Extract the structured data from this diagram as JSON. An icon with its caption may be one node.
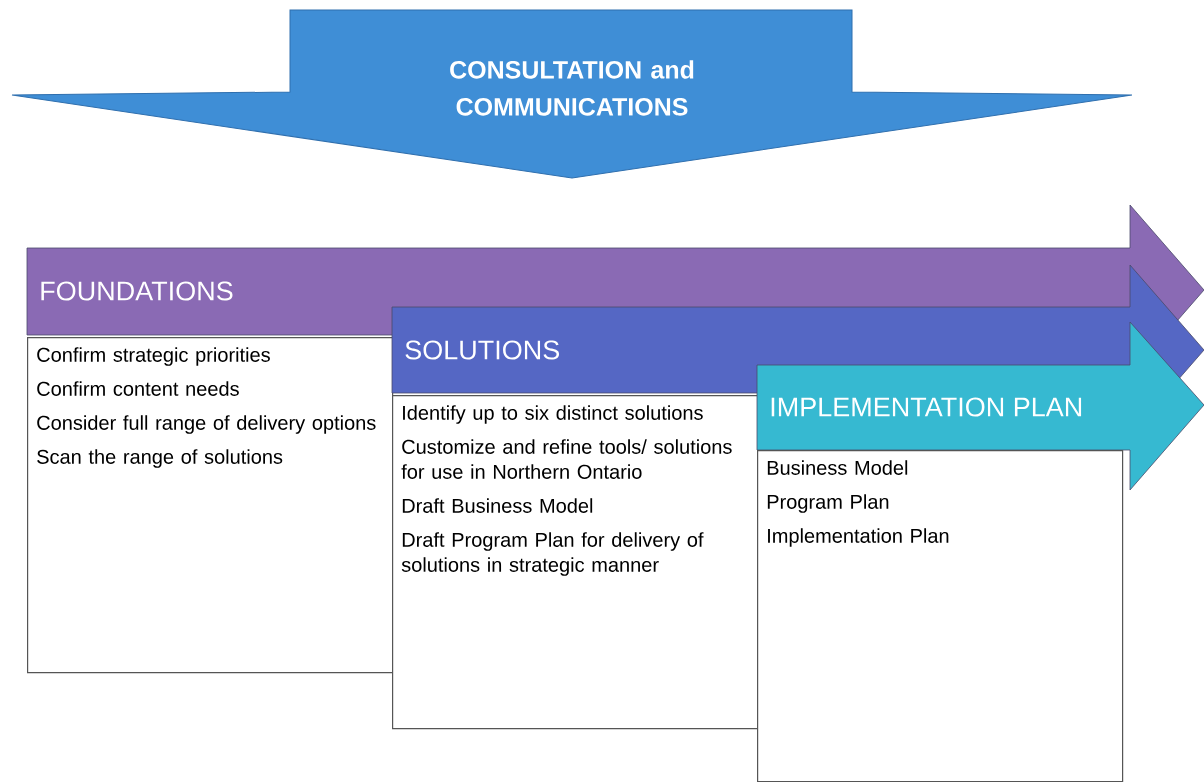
{
  "diagram": {
    "nodes": [
      {
        "text": [
          "CONSULTATION and COMMUNICATIONS"
        ]
      },
      {
        "text": [
          "FOUNDATIONS"
        ]
      },
      {
        "text": [
          "Confirm strategic priorities",
          "Confirm content needs",
          "Consider full range of delivery options",
          "Scan the range of solutions"
        ]
      },
      {
        "text": [
          "SOLUTIONS"
        ]
      },
      {
        "text": [
          "Identify up to six distinct solutions",
          "Customize and refine tools/ solutions for use in Northern Ontario",
          "Draft Business Model",
          "Draft Program Plan for delivery of solutions in strategic manner"
        ]
      },
      {
        "text": [
          "IMPLEMENTATION PLAN"
        ]
      },
      {
        "text": [
          "Business Model",
          "Program Plan",
          "Implementation Plan"
        ]
      }
    ]
  }
}
